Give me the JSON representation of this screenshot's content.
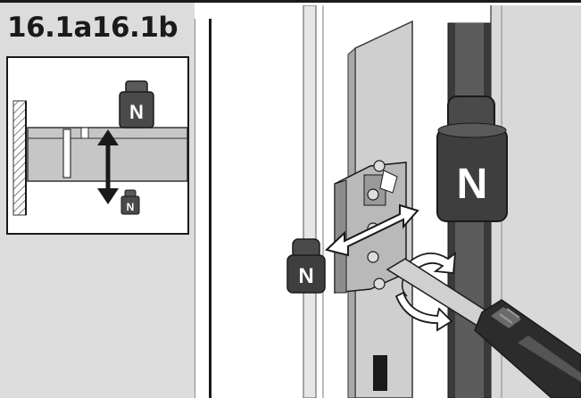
{
  "step": {
    "number": "16.1a16.1b"
  },
  "inset": {
    "large_weight_letter": "N",
    "small_weight_letter": "N"
  },
  "main": {
    "large_weight_letter": "N",
    "small_weight_letter": "N"
  }
}
